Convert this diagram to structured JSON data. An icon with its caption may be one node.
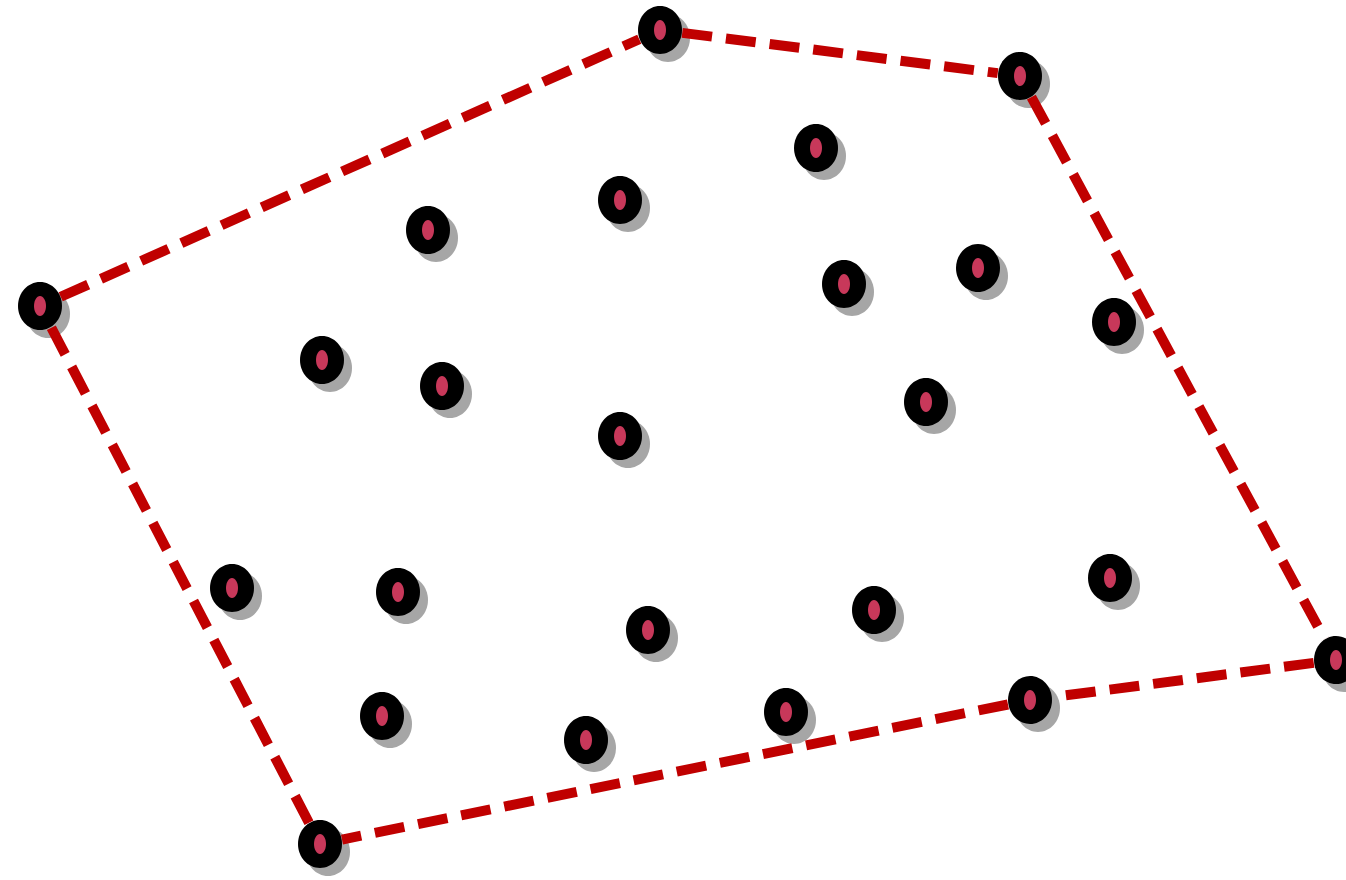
{
  "diagram": {
    "nodes": [
      {
        "text": [],
        "shape": "circle"
      },
      {
        "text": [],
        "shape": "circle"
      },
      {
        "text": [],
        "shape": "circle"
      },
      {
        "text": [],
        "shape": "circle"
      },
      {
        "text": [],
        "shape": "circle"
      },
      {
        "text": [],
        "shape": "circle"
      },
      {
        "text": [],
        "shape": "circle"
      },
      {
        "text": [],
        "shape": "circle"
      },
      {
        "text": [],
        "shape": "circle"
      },
      {
        "text": [],
        "shape": "circle"
      },
      {
        "text": [],
        "shape": "circle"
      },
      {
        "text": [],
        "shape": "circle"
      },
      {
        "text": [],
        "shape": "circle"
      },
      {
        "text": [],
        "shape": "circle"
      },
      {
        "text": [],
        "shape": "circle"
      },
      {
        "text": [],
        "shape": "circle"
      },
      {
        "text": [],
        "shape": "circle"
      },
      {
        "text": [],
        "shape": "circle"
      },
      {
        "text": [],
        "shape": "circle"
      },
      {
        "text": [],
        "shape": "circle"
      },
      {
        "text": [],
        "shape": "circle"
      },
      {
        "text": [],
        "shape": "circle"
      },
      {
        "text": [],
        "shape": "circle"
      },
      {
        "text": [],
        "shape": "circle"
      }
    ],
    "edges": [
      {
        "from": 7,
        "to": 0,
        "arrow": "none",
        "style": "dashed"
      },
      {
        "from": 0,
        "to": 1,
        "arrow": "none",
        "style": "dashed"
      },
      {
        "from": 1,
        "to": 18,
        "arrow": "none",
        "style": "dashed"
      },
      {
        "from": 18,
        "to": 19,
        "arrow": "none",
        "style": "dashed"
      },
      {
        "from": 19,
        "to": 23,
        "arrow": "none",
        "style": "dashed"
      },
      {
        "from": 23,
        "to": 7,
        "arrow": "none",
        "style": "dashed"
      }
    ]
  }
}
